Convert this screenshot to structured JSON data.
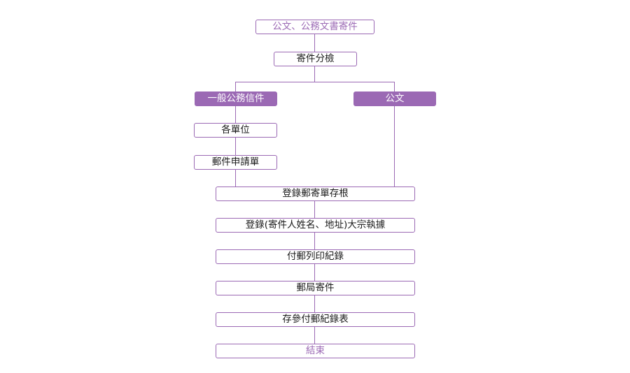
{
  "diagram": {
    "accent_color": "#9b69b4",
    "nodes": {
      "start": "公文、公務文書寄件",
      "sort": "寄件分檢",
      "general_mail": "一般公務信件",
      "official_doc": "公文",
      "each_unit": "各單位",
      "mail_request": "郵件申請單",
      "register_stub": "登錄郵寄單存根",
      "register_receipt": "登錄(寄件人姓名、地址)大宗執據",
      "postage_print": "付郵列印紀錄",
      "post_office": "郵局寄件",
      "archive_record": "存參付郵紀錄表",
      "end": "結束"
    }
  }
}
